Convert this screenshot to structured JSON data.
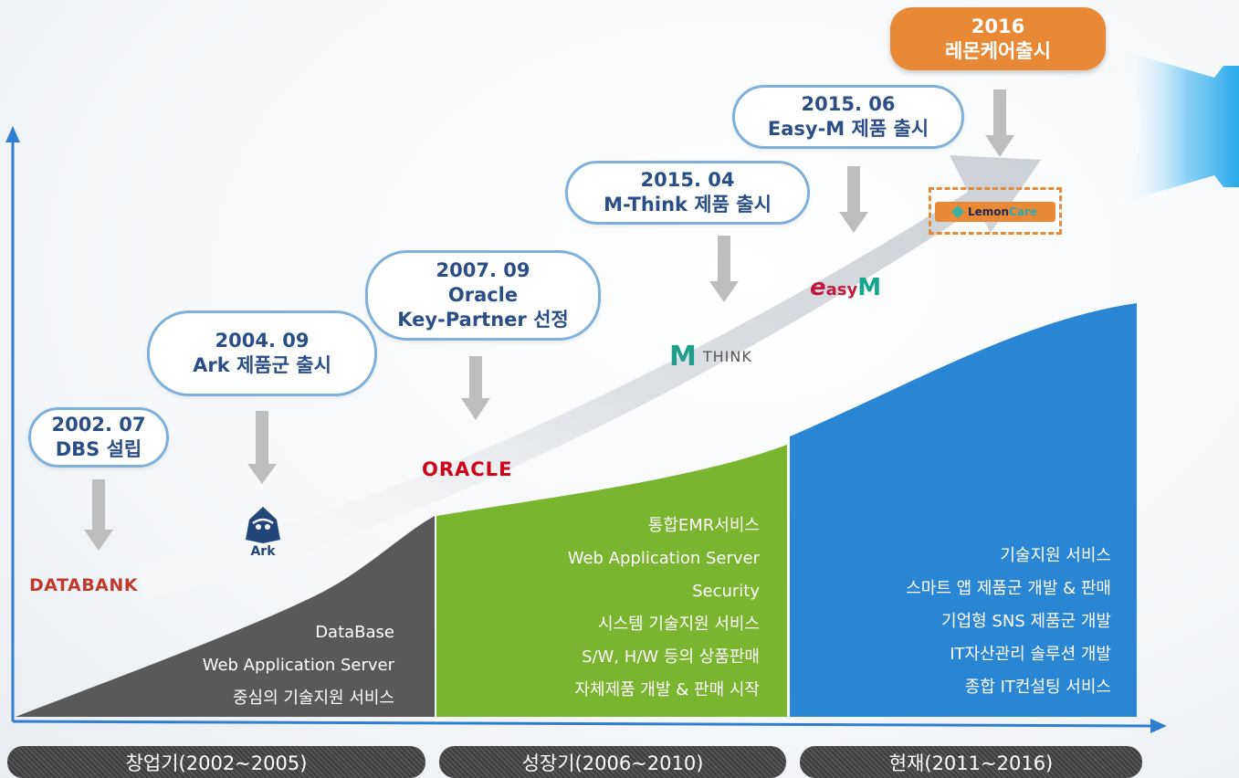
{
  "milestones": [
    {
      "line1": "2002. 07",
      "line2": "DBS 설립"
    },
    {
      "line1": "2004. 09",
      "line2": "Ark 제품군 출시"
    },
    {
      "line1": "2007. 09",
      "line2": "Oracle",
      "line3": "Key-Partner 선정"
    },
    {
      "line1": "2015. 04",
      "line2": "M-Think 제품 출시"
    },
    {
      "line1": "2015. 06",
      "line2": "Easy-M 제품 출시"
    },
    {
      "line1": "2016",
      "line2": "레몬케어출시"
    }
  ],
  "logos": {
    "databank": "DATABANK",
    "ark": "Ark",
    "oracle": "ORACLE",
    "mthink_m": "M",
    "mthink_text": "THINK",
    "easym_e": "e",
    "easym_asy": "asy",
    "easym_m": "M",
    "lemon": "Lemon",
    "care": "Care"
  },
  "stages": [
    {
      "items": [
        "DataBase",
        "Web Application Server",
        "중심의 기술지원 서비스"
      ]
    },
    {
      "items": [
        "통합EMR서비스",
        "Web Application Server",
        "Security",
        "시스템 기술지원 서비스",
        "S/W, H/W 등의 상품판매",
        "자체제품 개발 & 판매 시작"
      ]
    },
    {
      "items": [
        "기술지원 서비스",
        "스마트 앱 제품군 개발 & 판매",
        "기업형 SNS 제품군 개발",
        "IT자산관리 솔루션 개발",
        "종합 IT컨설팅 서비스"
      ]
    }
  ],
  "phases": [
    "창업기(2002~2005)",
    "성장기(2006~2010)",
    "현재(2011~2016)"
  ],
  "colors": {
    "axis": "#2e7fd0",
    "stage1": "#595959",
    "stage2": "#7ab530",
    "stage3": "#2a86d4",
    "bubble_border": "#7fb0dc",
    "bubble_text": "#2a4e86",
    "highlight": "#e98936",
    "arrow_gray": "#bdbdbd"
  }
}
